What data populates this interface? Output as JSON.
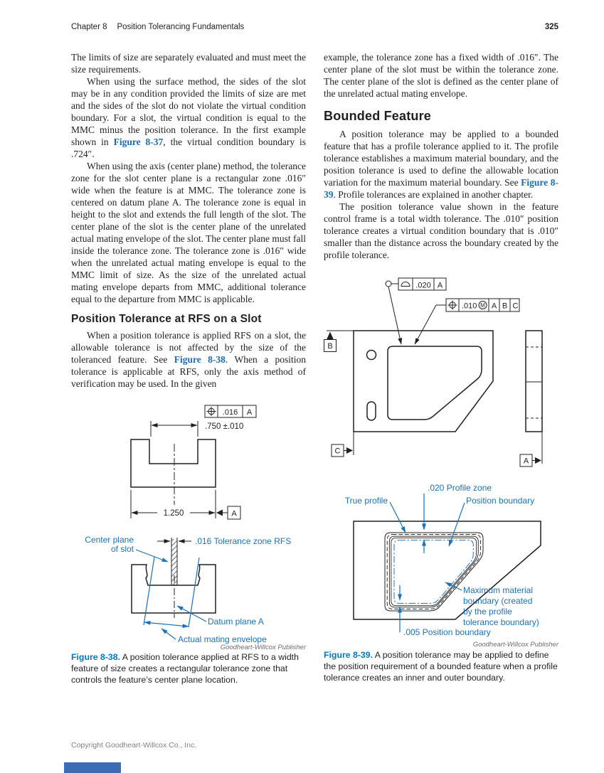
{
  "header": {
    "chapter": "Chapter 8",
    "title": "Position Tolerancing Fundamentals",
    "page_number": "325"
  },
  "footer": {
    "copyright": "Copyright Goodheart-Willcox Co., Inc."
  },
  "colors": {
    "figure_ref_blue": "#1e6cb5",
    "caption_label_blue": "#0079c1",
    "annotation_blue": "#1b72b8",
    "page_tab_blue": "#3c6cb4"
  },
  "left_column": {
    "para1": "The limits of size are separately evaluated and must meet the size requirements.",
    "para2_pre": "When using the surface method, the sides of the slot may be in any condition provided the limits of size are met and the sides of the slot do not violate the virtual condition boundary. For a slot, the virtual condition is equal to the MMC minus the position tolerance. In the first example shown in ",
    "para2_link": "Figure 8-37",
    "para2_post": ", the virtual condition boundary is .724″.",
    "para3": "When using the axis (center plane) method, the tolerance zone for the slot center plane is a rectangular zone .016″ wide when the feature is at MMC. The tolerance zone is centered on datum plane A. The tolerance zone is equal in height to the slot and extends the full length of the slot. The center plane of the slot is the center plane of the unrelated actual mating envelope of the slot. The center plane must fall inside the tolerance zone. The tolerance zone is .016″ wide when the unrelated actual mating envelope is equal to the MMC limit of size. As the size of the unrelated actual mating envelope departs from MMC, additional tolerance equal to the departure from MMC is applicable.",
    "heading": "Position Tolerance at RFS on a Slot",
    "para4_pre": "When a position tolerance is applied RFS on a slot, the allowable tolerance is not affected by the size of the toleranced feature. See ",
    "para4_link": "Figure 8-38",
    "para4_post": ". When a position tolerance is applicable at RFS, only the axis method of verification may be used. In the given"
  },
  "right_column": {
    "para1": "example, the tolerance zone has a fixed width of .016″. The center plane of the slot must be within the tolerance zone. The center plane of the slot is defined as the center plane of the unrelated actual mating envelope.",
    "heading": "Bounded Feature",
    "para2_pre": "A position tolerance may be applied to a bounded feature that has a profile tolerance applied to it. The profile tolerance establishes a maximum material boundary, and the position tolerance is used to define the allowable location variation for the maximum material boundary. See ",
    "para2_link": "Figure 8-39",
    "para2_post": ". Profile tolerances are explained in another chapter.",
    "para3": "The position tolerance value shown in the feature control frame is a total width tolerance. The .010″ position tolerance creates a virtual condition boundary that is .010″ smaller than the distance across the boundary created by the profile tolerance."
  },
  "figure38": {
    "fcf": {
      "tolerance": ".016",
      "datum": "A"
    },
    "dim_top": ".750 ±.010",
    "dim_bottom": "1.250",
    "datum_label": "A",
    "labels": {
      "center_plane_1": "Center plane",
      "center_plane_2": "of slot",
      "tolerance_zone": ".016 Tolerance zone RFS",
      "datum_plane": "Datum plane A",
      "mating_envelope": "Actual mating envelope"
    },
    "credit": "Goodheart-Willcox Publisher",
    "caption_label": "Figure 8-38.",
    "caption_text": "A position tolerance applied at RFS to a width feature of size creates a rectangular tolerance zone that controls the feature’s center plane location."
  },
  "figure39": {
    "profile_fcf": {
      "tolerance": ".020",
      "datum": "A"
    },
    "position_fcf": {
      "tolerance": ".010",
      "modifier": "M",
      "datum_a": "A",
      "datum_b": "B",
      "datum_c": "C"
    },
    "datum_b": "B",
    "datum_c": "C",
    "datum_a": "A",
    "labels": {
      "profile_zone": ".020 Profile zone",
      "true_profile": "True profile",
      "position_boundary": "Position boundary",
      "mmb_1": "Maximum material",
      "mmb_2": "boundary (created",
      "mmb_3": "by the profile",
      "mmb_4": "tolerance boundary)",
      "position_boundary_bottom": ".005 Position boundary"
    },
    "credit": "Goodheart-Willcox Publisher",
    "caption_label": "Figure 8-39.",
    "caption_text": "A position tolerance may be applied to define the position requirement of a bounded feature when a profile tolerance creates an inner and outer boundary."
  }
}
